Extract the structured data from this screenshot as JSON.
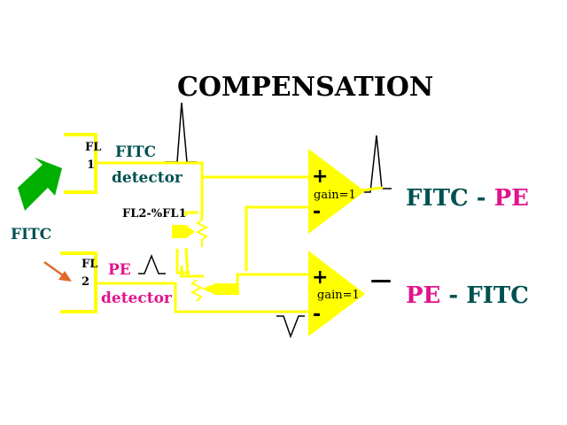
{
  "title": "COMPENSATION",
  "colors": {
    "wire": "#ffff00",
    "teal": "#005050",
    "magenta": "#e0148c",
    "green": "#00b000",
    "orange": "#e06a28",
    "black": "#000000"
  },
  "detector1": {
    "fl_label": "FL",
    "fl_number": "1",
    "dye": "FITC",
    "label": "detector",
    "comp_label": "FL2-%FL1"
  },
  "detector2": {
    "fl_label": "FL",
    "fl_number": "2",
    "dye": "PE",
    "label": "detector"
  },
  "input_label": "FITC",
  "amp1": {
    "plus": "+",
    "minus": "-",
    "gain": "gain=1",
    "out_a": "FITC",
    "out_sep": " - ",
    "out_b": "PE"
  },
  "amp2": {
    "plus": "+",
    "minus": "-",
    "gain": "gain=1",
    "out_a": "PE",
    "out_sep": " - ",
    "out_b": "FITC",
    "dash": "—"
  }
}
